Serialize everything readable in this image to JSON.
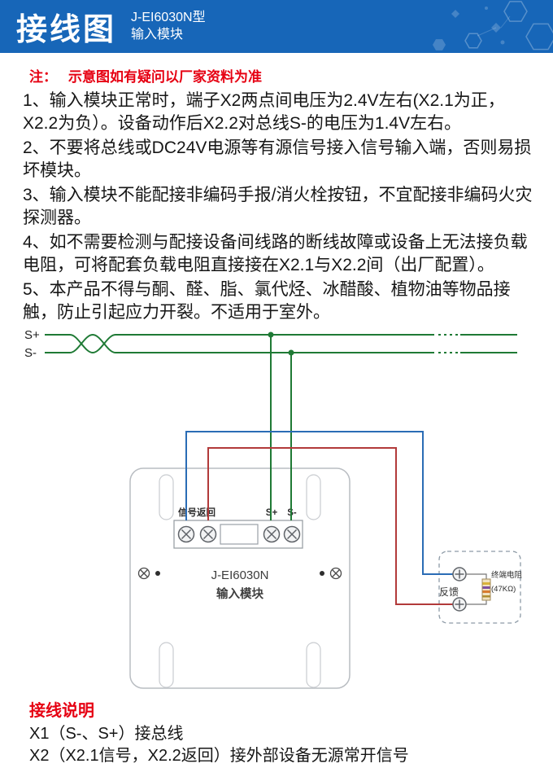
{
  "header": {
    "title": "接线图",
    "model": "J-EI6030N型",
    "module_type": "输入模块"
  },
  "note": {
    "prefix": "注：",
    "text": "示意图如有疑问以厂家资料为准"
  },
  "instructions": [
    "1、输入模块正常时，端子X2两点间电压为2.4V左右(X2.1为正，X2.2为负）。设备动作后X2.2对总线S-的电压为1.4V左右。",
    "2、不要将总线或DC24V电源等有源信号接入信号输入端，否则易损坏模块。",
    "3、输入模块不能配接非编码手报/消火栓按钮，不宜配接非编码火灾探测器。",
    "4、如不需要检测与配接设备间线路的断线故障或设备上无法接负载电阻，可将配套负载电阻直接接在X2.1与X2.2间（出厂配置）。",
    "5、本产品不得与酮、醛、脂、氯代烃、冰醋酸、植物油等物品接触，防止引起应力开裂。不适用于室外。"
  ],
  "diagram": {
    "bus": {
      "splus": "S+",
      "sminus": "S-"
    },
    "module": {
      "name": "J-EI6030N",
      "type": "输入模块",
      "terminals": {
        "left_pair": "信号返回",
        "splus": "S+",
        "sminus": "S-"
      }
    },
    "feedback": {
      "label": "反馈",
      "resistor_name": "终端电阻",
      "resistor_value": "(47KΩ)"
    },
    "colors": {
      "bus_wire": "#1f7a35",
      "signal_wire": "#2a6cb5",
      "return_wire": "#b23a3a"
    }
  },
  "footer": {
    "title": "接线说明",
    "lines": [
      "X1（S-、S+）接总线",
      "X2（X2.1信号，X2.2返回）接外部设备无源常开信号"
    ]
  }
}
